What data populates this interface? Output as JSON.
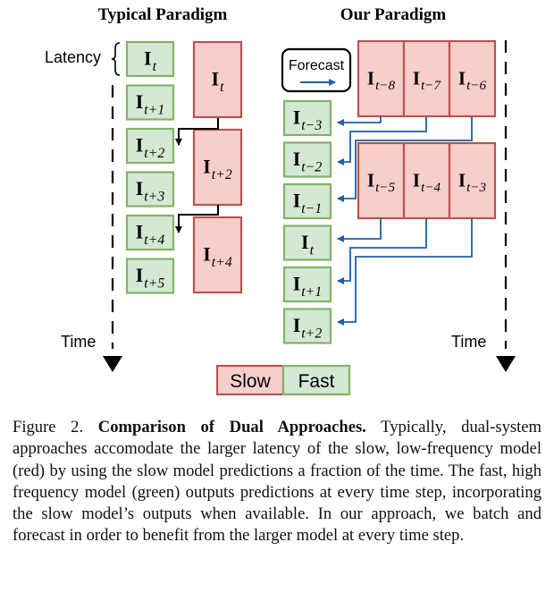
{
  "titles": {
    "typical": "Typical Paradigm",
    "ours": "Our Paradigm"
  },
  "labels": {
    "latency": "Latency",
    "time_left": "Time",
    "time_right": "Time",
    "forecast": "Forecast"
  },
  "legend": {
    "slow": "Slow",
    "fast": "Fast"
  },
  "frames": {
    "typical_fast": [
      {
        "base": "I",
        "sub": "t"
      },
      {
        "base": "I",
        "sub": "t+1"
      },
      {
        "base": "I",
        "sub": "t+2"
      },
      {
        "base": "I",
        "sub": "t+3"
      },
      {
        "base": "I",
        "sub": "t+4"
      },
      {
        "base": "I",
        "sub": "t+5"
      }
    ],
    "typical_slow": [
      {
        "base": "I",
        "sub": "t"
      },
      {
        "base": "I",
        "sub": "t+2"
      },
      {
        "base": "I",
        "sub": "t+4"
      }
    ],
    "ours_fast": [
      {
        "base": "I",
        "sub": "t−3"
      },
      {
        "base": "I",
        "sub": "t−2"
      },
      {
        "base": "I",
        "sub": "t−1"
      },
      {
        "base": "I",
        "sub": "t"
      },
      {
        "base": "I",
        "sub": "t+1"
      },
      {
        "base": "I",
        "sub": "t+2"
      }
    ],
    "ours_slow_batch1": [
      {
        "base": "I",
        "sub": "t−8"
      },
      {
        "base": "I",
        "sub": "t−7"
      },
      {
        "base": "I",
        "sub": "t−6"
      }
    ],
    "ours_slow_batch2": [
      {
        "base": "I",
        "sub": "t−5"
      },
      {
        "base": "I",
        "sub": "t−4"
      },
      {
        "base": "I",
        "sub": "t−3"
      }
    ]
  },
  "colors": {
    "fast_fill": "#d5e8d4",
    "fast_stroke": "#82b366",
    "slow_fill": "#f8cecc",
    "slow_stroke": "#b85450",
    "arrow_blue": "#1f5fa8"
  },
  "caption": {
    "figure_label": "Figure 2.",
    "bold_title": "Comparison of Dual Approaches.",
    "body": "Typically, dual-system approaches accomodate the larger latency of the slow, low-frequency model (red) by using the slow model predictions a fraction of the time. The fast, high frequency model (green) outputs predictions at every time step, incorporating the slow model’s outputs when available. In our approach, we batch and forecast in order to benefit from the larger model at every time step."
  }
}
